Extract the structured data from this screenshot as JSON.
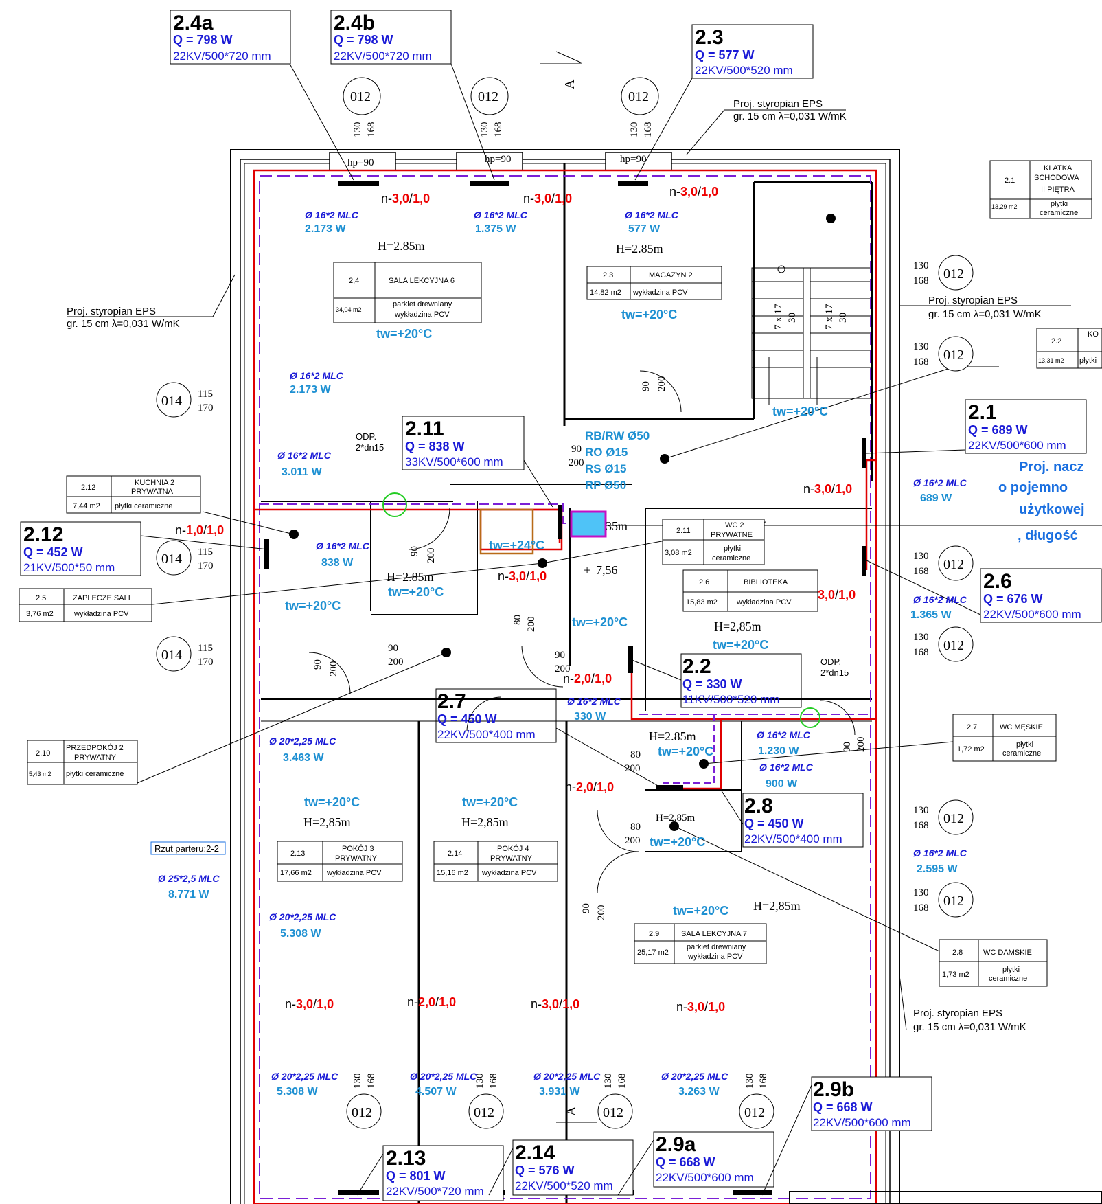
{
  "colors": {
    "supply_pipe": "#e00000",
    "return_pipe": "#7a1fd6",
    "label_blue": "#1a1ad6",
    "power_blue": "#1e90d2",
    "wall": "#000000"
  },
  "radiators": {
    "r24a": {
      "id": "2.4a",
      "q": "Q = 798 W",
      "type": "22KV/500*720 mm"
    },
    "r24b": {
      "id": "2.4b",
      "q": "Q = 798 W",
      "type": "22KV/500*720 mm"
    },
    "r23": {
      "id": "2.3",
      "q": "Q = 577 W",
      "type": "22KV/500*520 mm"
    },
    "r21": {
      "id": "2.1",
      "q": "Q = 689 W",
      "type": "22KV/500*600 mm"
    },
    "r211": {
      "id": "2.11",
      "q": "Q = 838 W",
      "type": "33KV/500*600 mm"
    },
    "r212": {
      "id": "2.12",
      "q": "Q = 452 W",
      "type": "21KV/500*50 mm"
    },
    "r26": {
      "id": "2.6",
      "q": "Q = 676 W",
      "type": "22KV/500*600 mm"
    },
    "r22": {
      "id": "2.2",
      "q": "Q = 330 W",
      "type": "11KV/500*520 mm"
    },
    "r27": {
      "id": "2.7",
      "q": "Q = 450 W",
      "type": "22KV/500*400 mm"
    },
    "r28": {
      "id": "2.8",
      "q": "Q = 450 W",
      "type": "22KV/500*400 mm"
    },
    "r29b": {
      "id": "2.9b",
      "q": "Q = 668 W",
      "type": "22KV/500*600 mm"
    },
    "r213": {
      "id": "2.13",
      "q": "Q = 801 W",
      "type": "22KV/500*720 mm"
    },
    "r214": {
      "id": "2.14",
      "q": "Q = 576 W",
      "type": "22KV/500*520 mm"
    },
    "r29a": {
      "id": "2.9a",
      "q": "Q = 668 W",
      "type": "22KV/500*600 mm"
    }
  },
  "pipes": {
    "p1": {
      "t": "Ø 16*2 MLC",
      "w": "2.173 W"
    },
    "p2": {
      "t": "Ø 16*2 MLC",
      "w": "1.375 W"
    },
    "p3": {
      "t": "Ø 16*2 MLC",
      "w": "577 W"
    },
    "p4": {
      "t": "Ø 16*2 MLC",
      "w": "2.173 W"
    },
    "p5": {
      "t": "Ø 16*2 MLC",
      "w": "3.011 W"
    },
    "p6": {
      "t": "Ø 16*2 MLC",
      "w": "838 W"
    },
    "p7": {
      "t": "Ø 16*2 MLC",
      "w": "689 W"
    },
    "p8": {
      "t": "Ø 16*2 MLC",
      "w": "1.365 W"
    },
    "p9": {
      "t": "Ø 16*2 MLC",
      "w": "330 W"
    },
    "p10": {
      "t": "Ø 16*2 MLC",
      "w": "1.230 W"
    },
    "p11": {
      "t": "Ø 16*2 MLC",
      "w": "900 W"
    },
    "p12": {
      "t": "Ø 16*2 MLC",
      "w": "2.595 W"
    },
    "p13": {
      "t": "Ø 20*2,25 MLC",
      "w": "3.463 W"
    },
    "p14": {
      "t": "Ø 25*2,5 MLC",
      "w": "8.771 W"
    },
    "p15": {
      "t": "Ø 20*2,25 MLC",
      "w": "5.308 W"
    },
    "p16": {
      "t": "Ø 20*2,25 MLC",
      "w": "5.308 W"
    },
    "p17": {
      "t": "Ø 20*2,25 MLC",
      "w": "4.507 W"
    },
    "p18": {
      "t": "Ø 20*2,25 MLC",
      "w": "3.931 W"
    },
    "p19": {
      "t": "Ø 20*2,25 MLC",
      "w": "3.263 W"
    }
  },
  "rooms": {
    "r24": {
      "no": "2,4",
      "name": "SALA LEKCYJNA 6",
      "area": "34,04 m2",
      "floor1": "parkiet drewniany",
      "floor2": "wykładzina PCV"
    },
    "r23": {
      "no": "2.3",
      "name": "MAGAZYN 2",
      "area": "14,82 m2",
      "floor": "wykładzina PCV"
    },
    "r21": {
      "no": "2.1",
      "name1": "KLATKA",
      "name2": "SCHODOWA",
      "name3": "II PIĘTRA",
      "area": "13,29 m2",
      "floor1": "płytki",
      "floor2": "ceramiczne"
    },
    "r22": {
      "no": "2.2",
      "name": "KO",
      "area": "13,31 m2",
      "floor": "płytki"
    },
    "r212": {
      "no": "2.12",
      "name1": "KUCHNIA 2",
      "name2": "PRYWATNA",
      "area": "7,44 m2",
      "floor": "płytki ceramiczne"
    },
    "r25": {
      "no": "2.5",
      "name": "ZAPLECZE SALI",
      "area": "3,76 m2",
      "floor": "wykładzina PCV"
    },
    "r211": {
      "no": "2.11",
      "name1": "WC 2",
      "name2": "PRYWATNE",
      "area": "3,08 m2",
      "floor1": "płytki",
      "floor2": "ceramiczne"
    },
    "r26": {
      "no": "2.6",
      "name": "BIBLIOTEKA",
      "area": "15,83 m2",
      "floor": "wykładzina PCV"
    },
    "r27": {
      "no": "2.7",
      "name": "WC MĘSKIE",
      "area": "1,72 m2",
      "floor1": "płytki",
      "floor2": "ceramiczne"
    },
    "r210": {
      "no": "2.10",
      "name1": "PRZEDPOKÓJ 2",
      "name2": "PRYWATNY",
      "area": "5,43 m2",
      "floor": "płytki ceramiczne"
    },
    "r213": {
      "no": "2.13",
      "name1": "POKÓJ 3",
      "name2": "PRYWATNY",
      "area": "17,66 m2",
      "floor": "wykładzina PCV"
    },
    "r214": {
      "no": "2.14",
      "name1": "POKÓJ 4",
      "name2": "PRYWATNY",
      "area": "15,16 m2",
      "floor": "wykładzina PCV"
    },
    "r29": {
      "no": "2.9",
      "name": "SALA LEKCYJNA 7",
      "area": "25,17 m2",
      "floor1": "parkiet drewniany",
      "floor2": "wykładzina PCV"
    },
    "r28": {
      "no": "2.8",
      "name": "WC DAMSKIE",
      "area": "1,73 m2",
      "floor1": "płytki",
      "floor2": "ceramiczne"
    }
  },
  "text": {
    "h285m": "H=2.85m",
    "h285c": "H=2,85m",
    "tw20": "tw=+20°C",
    "tw24": "tw=+24°C",
    "n": "n-",
    "r30": "3,0",
    "r20": "2,0",
    "r10": "1,0",
    "slash": "/",
    "ins1": "Proj. styropian EPS",
    "ins2": "gr. 15 cm λ=0,031 W/mK",
    "hp90": "hp=90",
    "w012": "012",
    "w014": "014",
    "d130": "130",
    "d168": "168",
    "d115": "115",
    "d170": "170",
    "d90": "90",
    "d80": "80",
    "d200": "200",
    "odp": "ODP.",
    "odp2": "2*dn15",
    "rb": "RB/RW Ø50",
    "ro": "RO Ø15",
    "rs": "RS Ø15",
    "rp": "RP Ø50",
    "lvl": "7,56",
    "plus": "+",
    "stairs": "7 x 17",
    "stairs30": "30",
    "sectionA": "A",
    "rzut": "Rzut parteru:2-2",
    "m35": "35m",
    "note1": "Proj. nacz",
    "note2": "o pojemno",
    "note3": "użytkowej",
    "note4": ", długość"
  }
}
